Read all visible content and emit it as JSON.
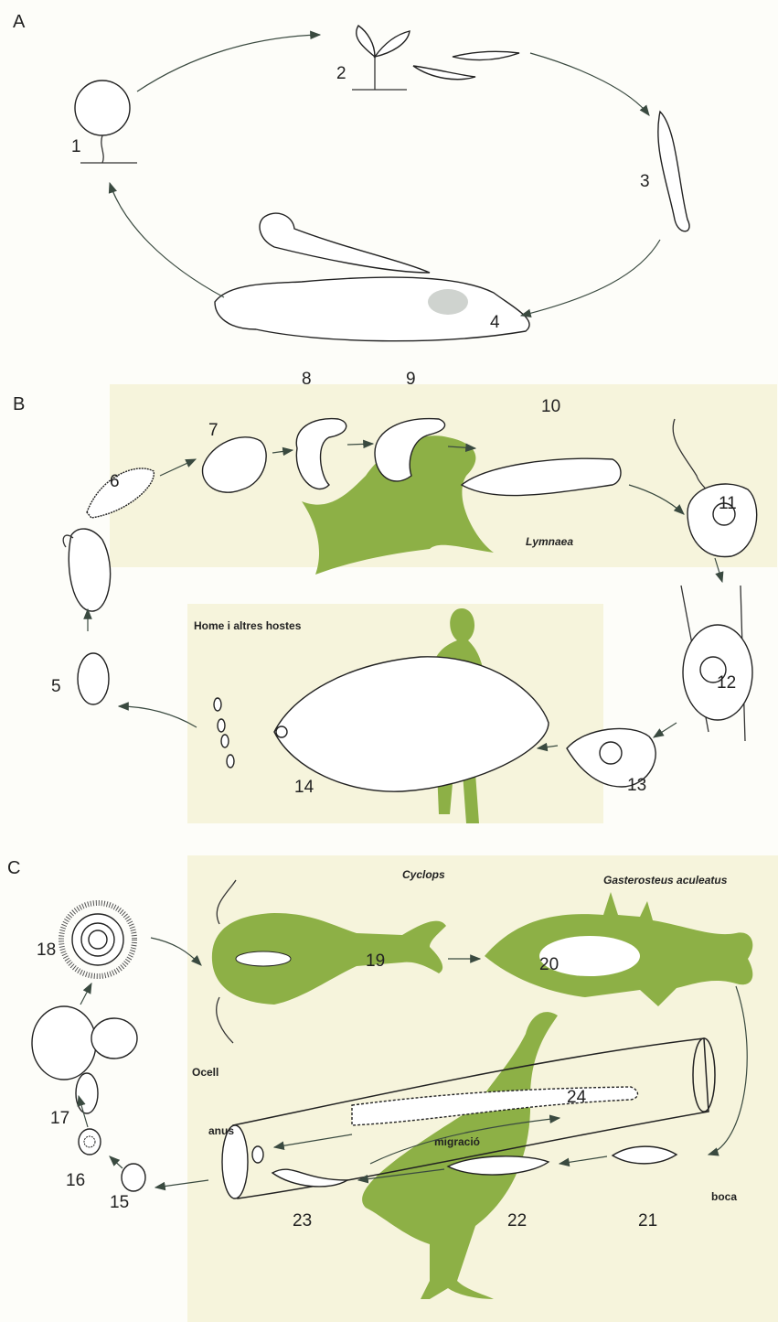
{
  "panels": {
    "A": {
      "label": "A",
      "stages": [
        "1",
        "2",
        "3",
        "4"
      ]
    },
    "B": {
      "label": "B",
      "stages": [
        "5",
        "6",
        "7",
        "8",
        "9",
        "10",
        "11",
        "12",
        "13",
        "14"
      ],
      "hosts": {
        "snail": "Lymnaea",
        "human": "Home i altres hostes"
      }
    },
    "C": {
      "label": "C",
      "stages": [
        "15",
        "16",
        "17",
        "18",
        "19",
        "20",
        "21",
        "22",
        "23",
        "24"
      ],
      "hosts": {
        "copepod": "Cyclops",
        "fish": "Gasterosteus aculeatus",
        "bird": "Ocell"
      },
      "annotations": {
        "anus": "anus",
        "mouth": "boca",
        "migration": "migració"
      }
    }
  },
  "colors": {
    "host_silhouette": "#8db046",
    "host_background": "#f6f4dc",
    "line": "#222222"
  }
}
